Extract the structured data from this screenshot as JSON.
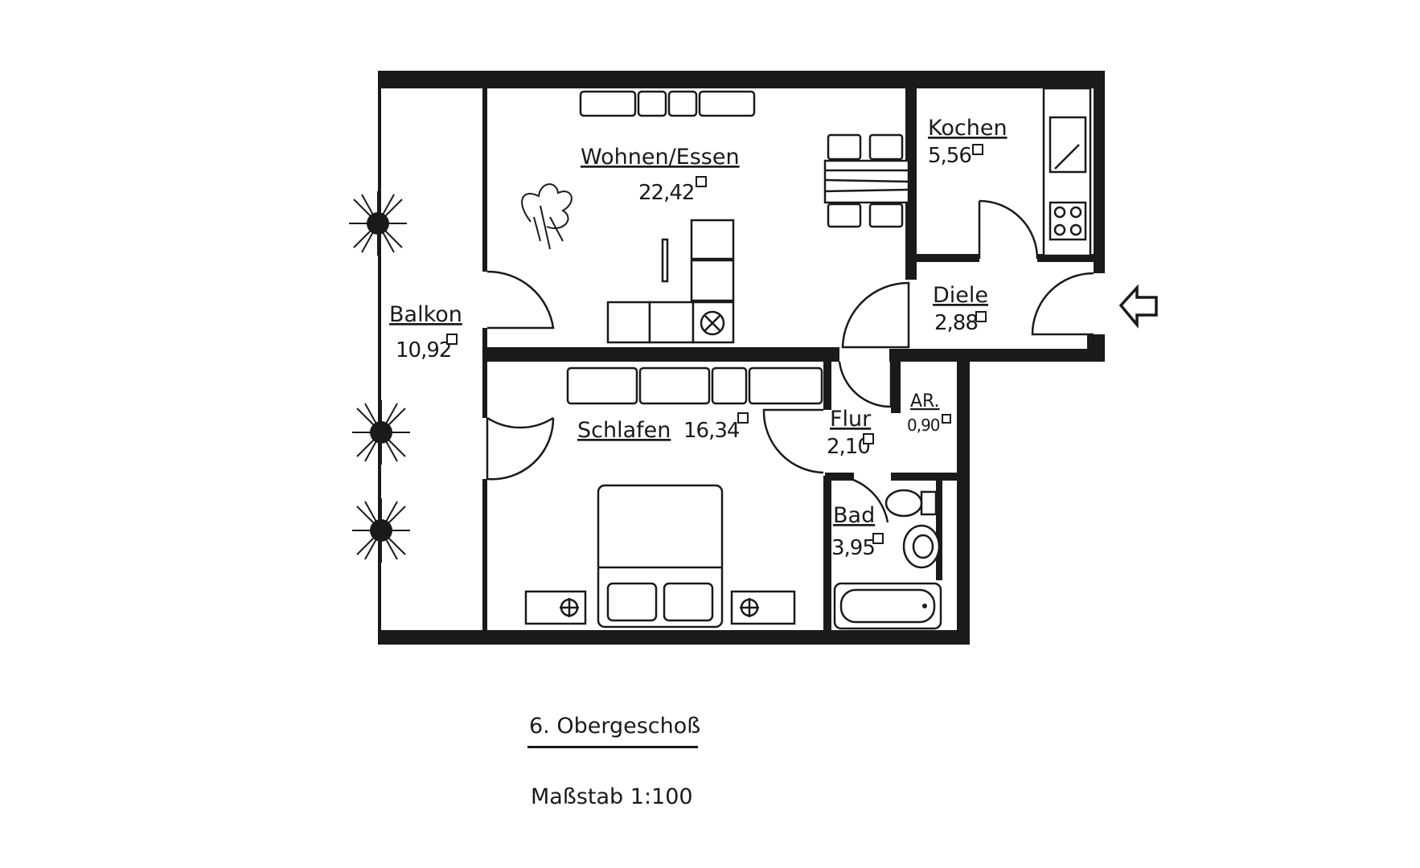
{
  "rooms": {
    "wohnen": {
      "name": "Wohnen/Essen",
      "area": "22,42"
    },
    "kochen": {
      "name": "Kochen",
      "area": "5,56"
    },
    "diele": {
      "name": "Diele",
      "area": "2,88"
    },
    "balkon": {
      "name": "Balkon",
      "area": "10,92"
    },
    "schlafen": {
      "name": "Schlafen",
      "area": "16,34"
    },
    "flur": {
      "name": "Flur",
      "area": "2,10"
    },
    "ar": {
      "name": "AR.",
      "area": "0,90"
    },
    "bad": {
      "name": "Bad",
      "area": "3,95"
    }
  },
  "caption": {
    "floor": "6. Obergeschoß",
    "scale": "Maßstab  1:100"
  },
  "icons": {
    "entrance": "entrance-arrow-icon",
    "area_unit": "square-meter-icon"
  }
}
